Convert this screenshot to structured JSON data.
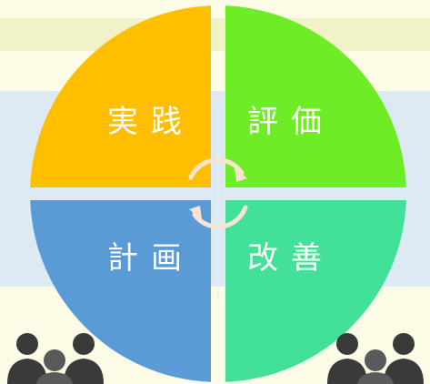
{
  "diagram": {
    "quadrants": [
      {
        "id": "top-left",
        "label": "実践",
        "color": "#ffbf00"
      },
      {
        "id": "top-right",
        "label": "評価",
        "color": "#6eed26"
      },
      {
        "id": "bottom-left",
        "label": "計画",
        "color": "#5b9bd5"
      },
      {
        "id": "bottom-right",
        "label": "改善",
        "color": "#43e09a"
      }
    ],
    "colors": {
      "background": "#fbfbe6",
      "stripe": "#dde9f3",
      "divider": "#ffffff",
      "cycle_arrows": "#fbe3d3",
      "people": "#3a3a3a"
    },
    "icons": [
      "cycle-arrows-icon",
      "people-group-icon"
    ]
  }
}
